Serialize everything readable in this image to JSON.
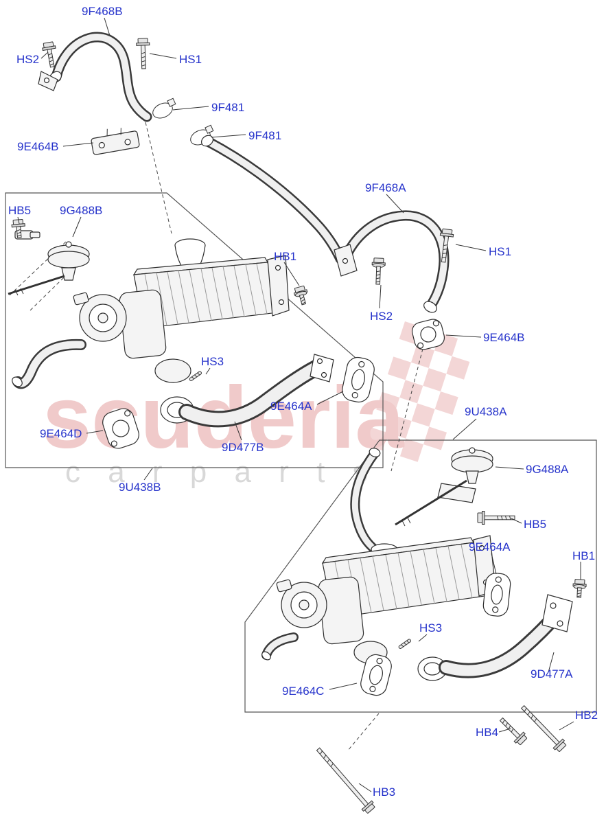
{
  "diagram": {
    "watermark": {
      "brand": "scuderia",
      "tagline": "c a r    p a r t s"
    },
    "colors": {
      "label_blue": "#2633cb",
      "watermark_pink": "#f0caca",
      "watermark_gray": "#d8d8d8",
      "line": "#333333"
    },
    "labels": [
      {
        "text": "9F468B"
      },
      {
        "text": "HS2"
      },
      {
        "text": "HS1"
      },
      {
        "text": "9F481"
      },
      {
        "text": "9F481"
      },
      {
        "text": "9E464B"
      },
      {
        "text": "9F468A"
      },
      {
        "text": "HB5"
      },
      {
        "text": "9G488B"
      },
      {
        "text": "HB1"
      },
      {
        "text": "HS1"
      },
      {
        "text": "HS2"
      },
      {
        "text": "9E464B"
      },
      {
        "text": "HS3"
      },
      {
        "text": "9E464A"
      },
      {
        "text": "9U438A"
      },
      {
        "text": "9E464D"
      },
      {
        "text": "9D477B"
      },
      {
        "text": "9G488A"
      },
      {
        "text": "9U438B"
      },
      {
        "text": "HB5"
      },
      {
        "text": "9E464A"
      },
      {
        "text": "HB1"
      },
      {
        "text": "HS3"
      },
      {
        "text": "9D477A"
      },
      {
        "text": "9E464C"
      },
      {
        "text": "HB4"
      },
      {
        "text": "HB2"
      },
      {
        "text": "HB3"
      }
    ]
  }
}
